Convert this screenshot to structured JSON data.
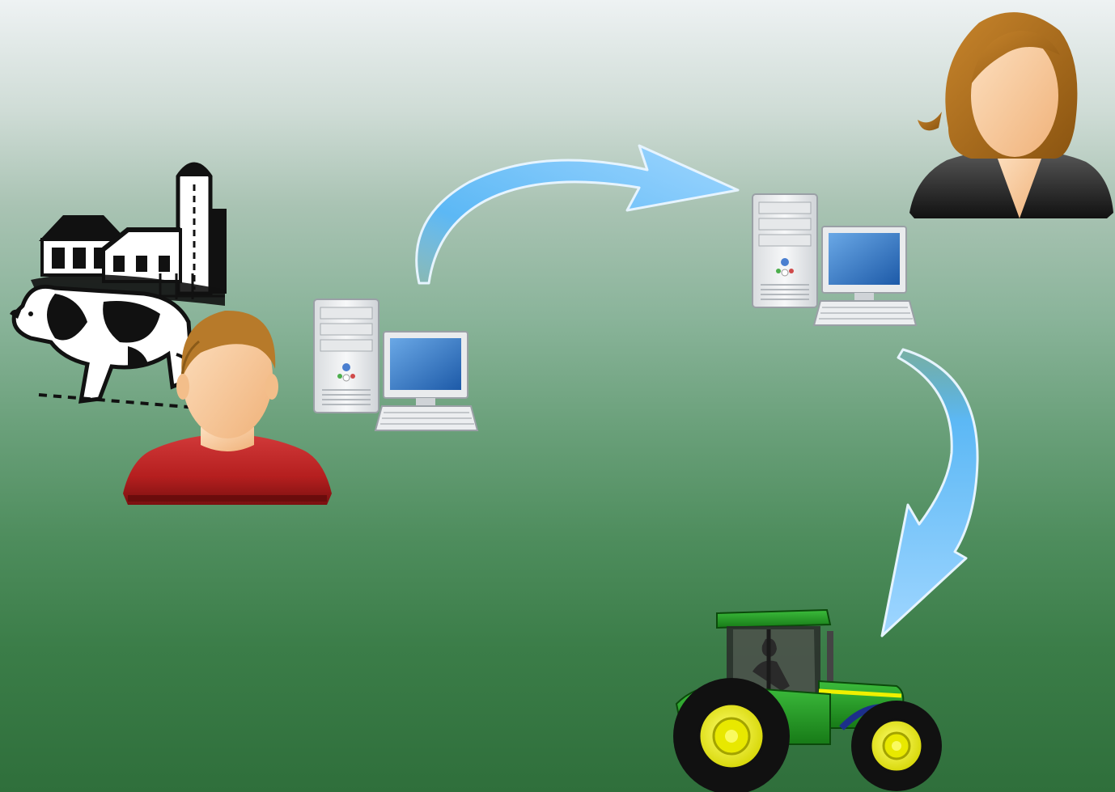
{
  "diagram": {
    "nodes": [
      {
        "id": "farm",
        "icon": "farm-barn-cow-icon"
      },
      {
        "id": "farmer",
        "icon": "farmer-person-icon"
      },
      {
        "id": "farmer-computer",
        "icon": "computer-icon"
      },
      {
        "id": "contractor-computer",
        "icon": "computer-icon"
      },
      {
        "id": "contractor",
        "icon": "woman-person-icon"
      },
      {
        "id": "tractor",
        "icon": "tractor-icon"
      }
    ],
    "edges": [
      {
        "from": "farmer-computer",
        "to": "contractor-computer",
        "icon": "curved-arrow-right-icon"
      },
      {
        "from": "contractor-computer",
        "to": "tractor",
        "icon": "curved-arrow-down-icon"
      }
    ]
  },
  "colors": {
    "arrow": "#5cb8f5",
    "farmer_shirt": "#b51f1f",
    "tractor_body": "#1f8f1f",
    "tractor_wheel_hub": "#f0f000",
    "monitor_screen": "#2f73c0"
  }
}
